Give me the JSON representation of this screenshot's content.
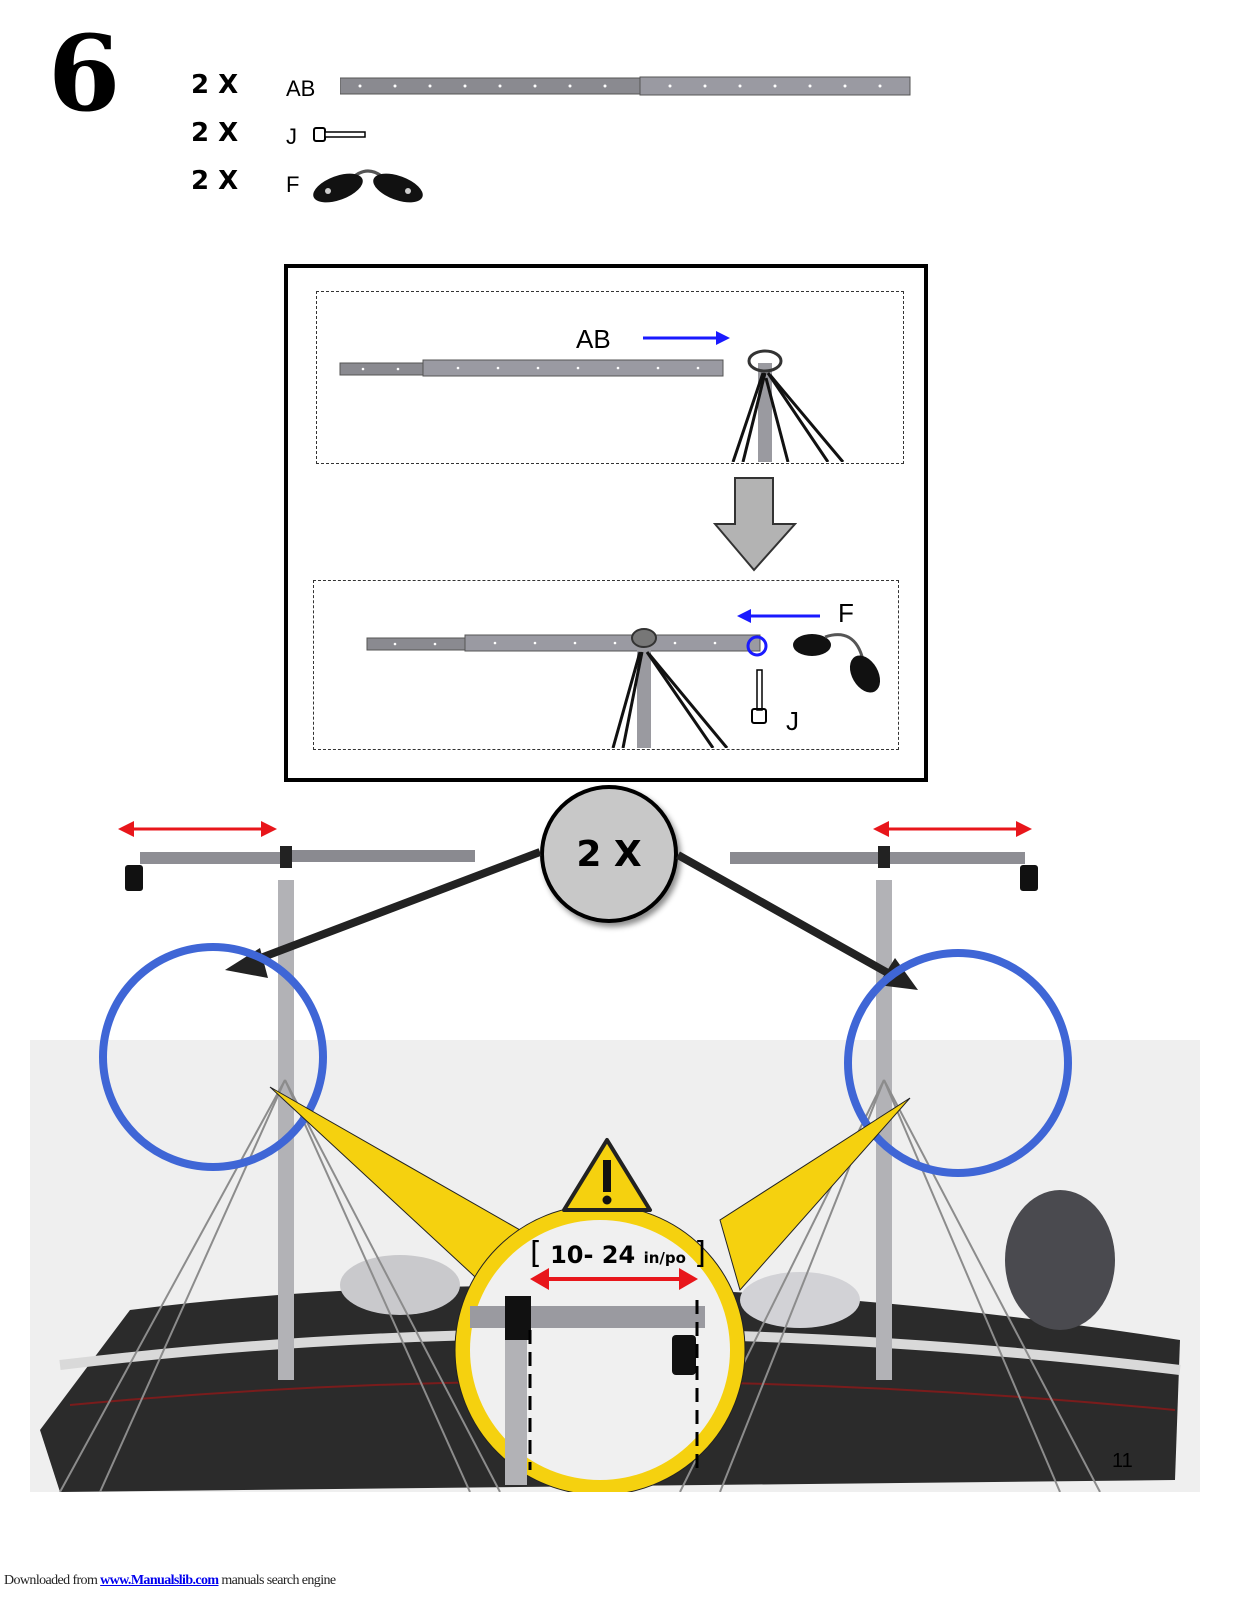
{
  "step": {
    "number": "6"
  },
  "parts": [
    {
      "qty": "2 X",
      "code": "AB",
      "icon": "telescoping-bar-icon"
    },
    {
      "qty": "2 X",
      "code": "J",
      "icon": "pin-icon"
    },
    {
      "qty": "2 X",
      "code": "F",
      "icon": "strap-end-caps-icon"
    }
  ],
  "diagram": {
    "top_label": "AB",
    "bottom_label_f": "F",
    "bottom_label_j": "J"
  },
  "repeat_badge": "2 X",
  "range": {
    "value": "10- 24",
    "unit": "in/po"
  },
  "page_number": "11",
  "footer": {
    "prefix": "Downloaded from ",
    "link": "www.Manualslib.com",
    "suffix": " manuals search engine"
  },
  "colors": {
    "arrow_blue": "#1a1aff",
    "arrow_red": "#e8161b",
    "ring_blue": "#3f66d6",
    "callout_yellow": "#f5d10f"
  }
}
